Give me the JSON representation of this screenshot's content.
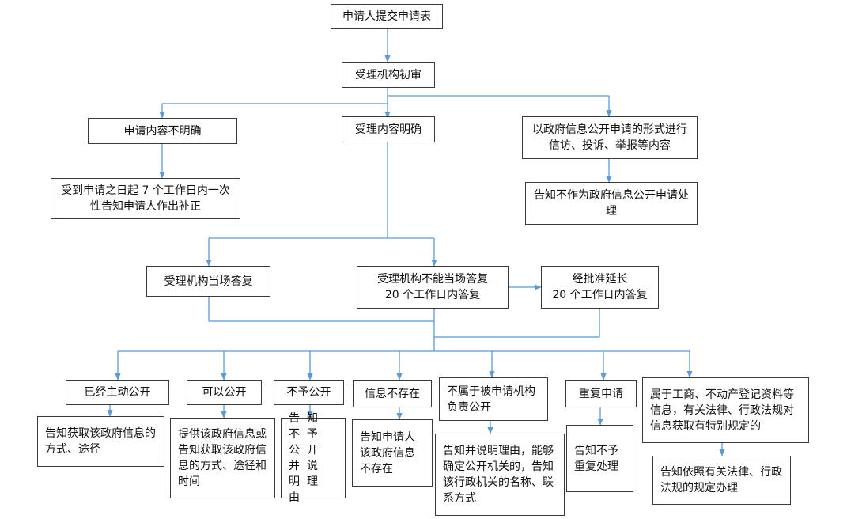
{
  "colors": {
    "connector": "#5b9bd5",
    "border": "#3a3a3a",
    "text": "#111111"
  },
  "flowchart": {
    "start": "申请人提交申请表",
    "initial_review": "受理机构初审",
    "unclear": "申请内容不明确",
    "unclear_action": "受到申请之日起 7 个工作日内一次性告知申请人作出补正",
    "clear": "受理内容明确",
    "petition": "以政府信息公开申请的形式进行信访、投诉、举报等内容",
    "petition_action": "告知不作为政府信息公开申请处理",
    "reply_onsite": "受理机构当场答复",
    "reply_later_line1": "受理机构不能当场答复",
    "reply_later_line2": "20 个工作日内答复",
    "extension_line1": "经批准延长",
    "extension_line2": "20 个工作日内答复",
    "outcomes": [
      {
        "label": "已经主动公开",
        "action": "告知获取该政府信息的方式、途径"
      },
      {
        "label": "可以公开",
        "action": "提供该政府信息或告知获取该政府信息的方式、途径和时间"
      },
      {
        "label": "不予公开",
        "action": "告知不予公开并说明理由"
      },
      {
        "label": "信息不存在",
        "action": "告知申请人该政府信息不存在"
      },
      {
        "label": "不属于被申请机构负责公开",
        "action": "告知并说明理由，能够确定公开机关的，告知该行政机关的名称、联系方式"
      },
      {
        "label": "重复申请",
        "action": "告知不予重复处理"
      },
      {
        "label": "属于工商、不动产登记资料等信息，有关法律、行政法规对信息获取有特别规定的",
        "action": "告知依照有关法律、行政法规的规定办理"
      }
    ]
  }
}
